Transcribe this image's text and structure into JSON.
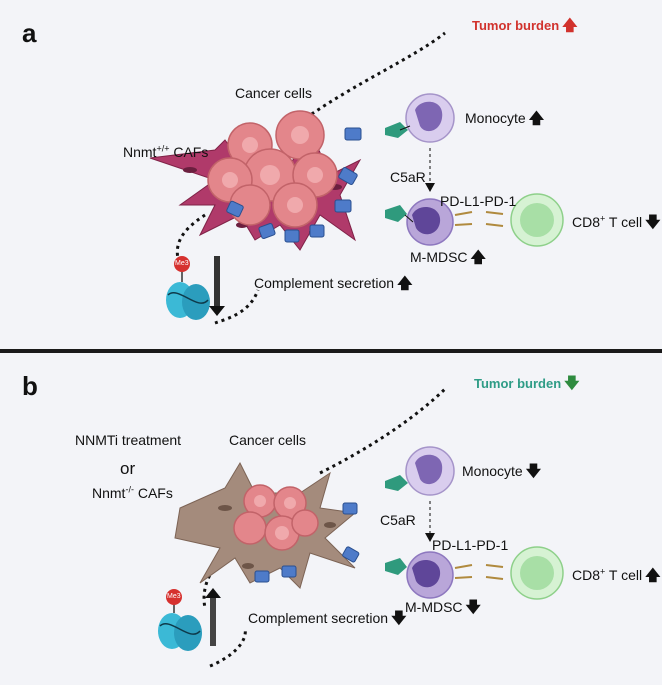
{
  "panel_a": {
    "letter": "a",
    "tumor_burden": "Tumor burden",
    "cancer_cells": "Cancer cells",
    "caf_label": "Nnmt",
    "caf_sup": "+/+",
    "caf_suffix": " CAFs",
    "monocyte": "Monocyte",
    "c5ar": "C5aR",
    "pdl1": "PD-L1-PD-1",
    "cd8": "CD8",
    "cd8_sup": "+",
    "cd8_suffix": " T cell",
    "mmdsc": "M-MDSC",
    "complement": "Complement secretion",
    "me3": "Me3"
  },
  "panel_b": {
    "letter": "b",
    "tumor_burden": "Tumor burden",
    "cancer_cells": "Cancer cells",
    "treatment": "NNMTi treatment",
    "or": "or",
    "caf_label": "Nnmt",
    "caf_sup": "-/-",
    "caf_suffix": " CAFs",
    "monocyte": "Monocyte",
    "c5ar": "C5aR",
    "pdl1": "PD-L1-PD-1",
    "cd8": "CD8",
    "cd8_sup": "+",
    "cd8_suffix": " T cell",
    "mmdsc": "M-MDSC",
    "complement": "Complement secretion",
    "me3": "Me3"
  },
  "colors": {
    "tumor_up": "#d1322d",
    "tumor_down": "#2e9c86",
    "caf_active": "#b03a6a",
    "caf_inactive": "#a48b7c",
    "cancer": "#e3868b",
    "receptor": "#2f9a7d",
    "complement": "#4e7bc9",
    "monocyte": "#b9a6d9",
    "cd8": "#a8dfa6",
    "histone": "#3bb9d6"
  }
}
